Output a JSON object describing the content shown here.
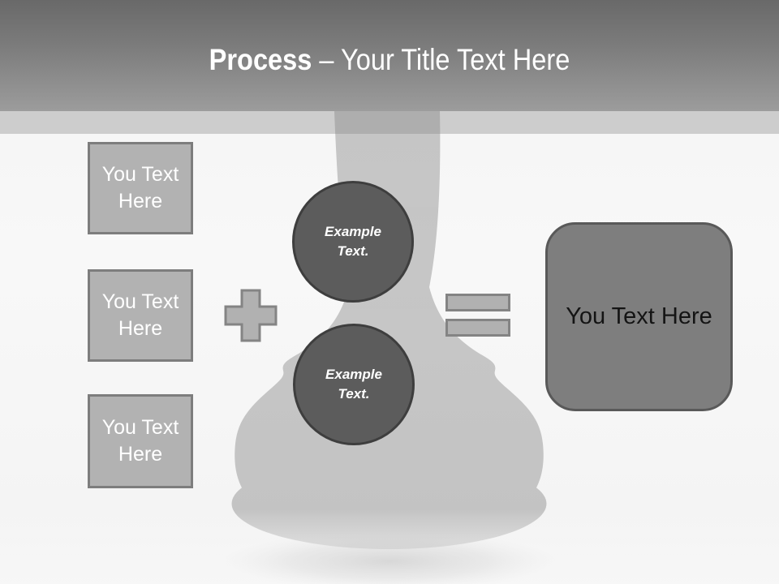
{
  "title": {
    "bold_text": "Process",
    "regular_text": " – Your Title Text Here"
  },
  "left_boxes": [
    {
      "label": "You Text Here"
    },
    {
      "label": "You Text Here"
    },
    {
      "label": "You Text Here"
    }
  ],
  "circles": [
    {
      "label": "Example Text."
    },
    {
      "label": "Example Text."
    }
  ],
  "result_box": {
    "label": "You Text Here"
  },
  "icons": {
    "plus": "plus-icon",
    "equals": "equals-icon",
    "background": "chess-pawn-silhouette"
  },
  "colors": {
    "header_top": "#696969",
    "header_bottom": "#9c9c9c",
    "band": "#cdcdcd",
    "body": "#f7f7f7",
    "pawn": "#8a8a8a",
    "box_fill": "#b2b2b2",
    "box_border": "#7d7d7d",
    "box_text": "#ffffff",
    "operator_fill": "#b1b1b1",
    "operator_border": "#848484",
    "circle_fill": "#5c5c5c",
    "circle_border": "#3e3e3e",
    "circle_text": "#ffffff",
    "result_fill": "#7e7e7e",
    "result_border": "#595959",
    "result_text": "#141414",
    "title": "#ffffff"
  }
}
